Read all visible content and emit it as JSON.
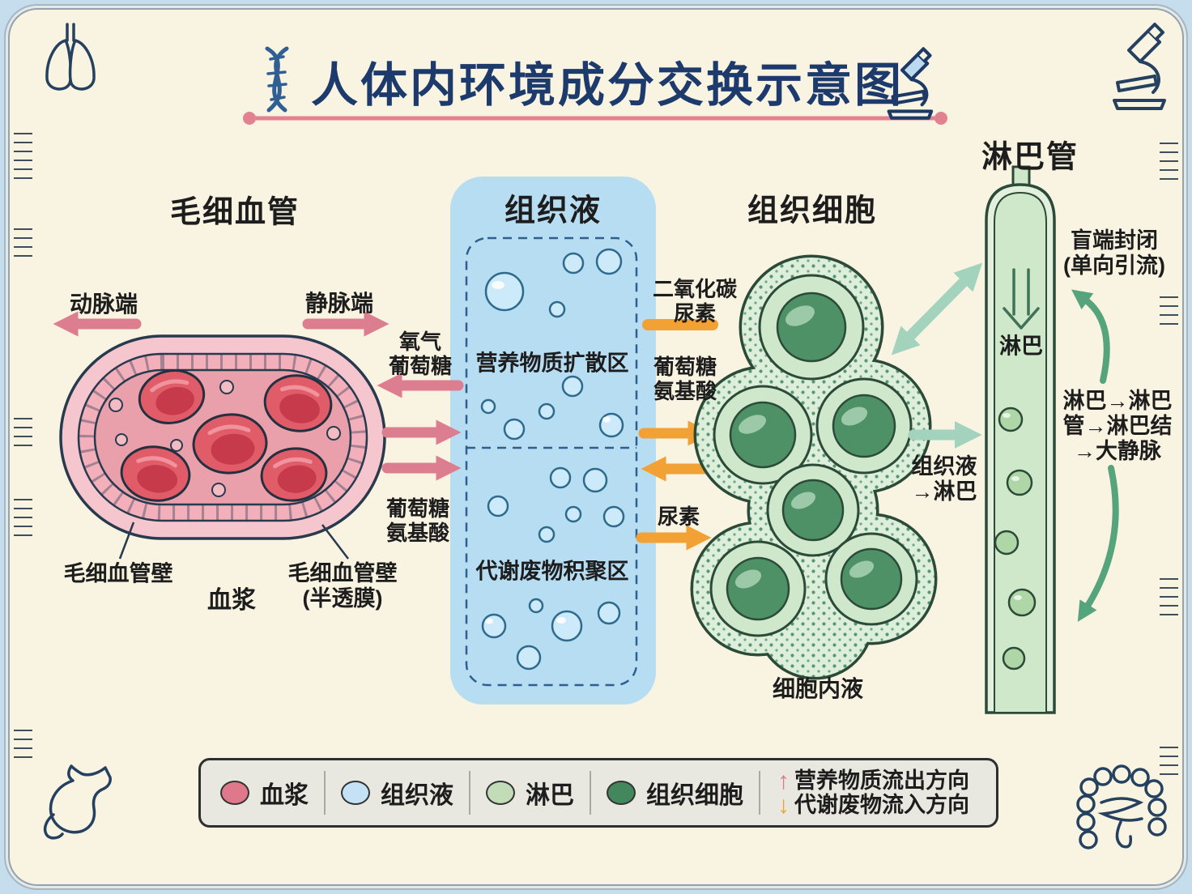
{
  "title": "人体内环境成分交换示意图",
  "capillary": {
    "title": "毛细血管",
    "arterial_end": "动脉端",
    "venous_end": "静脉端",
    "wall_label_left": "毛细血管壁",
    "plasma_label": "血浆",
    "wall_label_right": [
      "毛细血管壁",
      "(半透膜)"
    ]
  },
  "tissue_fluid": {
    "title": "组织液",
    "nutrient_zone": "营养物质扩散区",
    "waste_zone": "代谢废物积聚区"
  },
  "capillary_exchange": {
    "out_labels": [
      "氧气",
      "葡萄糖"
    ],
    "in_labels": [
      "葡萄糖",
      "氨基酸"
    ]
  },
  "cell_exchange": {
    "waste_labels": [
      "二氧化碳",
      "尿素"
    ],
    "nutrient_labels": [
      "葡萄糖",
      "氨基酸"
    ],
    "urea_label": "尿素"
  },
  "cells": {
    "title": "组织细胞",
    "intracellular_label": "细胞内液"
  },
  "lymph": {
    "title": "淋巴管",
    "vessel_label": "淋巴",
    "blind_end_note": [
      "盲端封闭",
      "(单向引流)"
    ],
    "flow_note": [
      "淋巴→淋巴",
      "管→淋巴结",
      "→大静脉"
    ],
    "tissue_to_lymph": [
      "组织液",
      "→淋巴"
    ]
  },
  "legend": {
    "items": [
      {
        "label": "血浆",
        "color": "#e0788c"
      },
      {
        "label": "组织液",
        "color": "#c4e1f5"
      },
      {
        "label": "淋巴",
        "color": "#c2dcb8"
      },
      {
        "label": "组织细胞",
        "color": "#43885d"
      }
    ],
    "nutrient_arrow": "↑",
    "waste_arrow": "↓",
    "nutrient_out": "营养物质流出方向",
    "waste_in": "代谢废物流入方向"
  },
  "icons": {
    "header_left": "dna-icon",
    "header_right": "microscope-icon",
    "corner_top_left": "lungs-icon",
    "corner_top_right": "microscope-icon",
    "corner_bottom_left": "stomach-icon",
    "corner_bottom_right": "intestines-icon"
  },
  "colors": {
    "background": "#c6ddee",
    "panel": "#f9f3e2",
    "title_navy": "#1c3a6b",
    "plasma_pink": "#dc7d90",
    "waste_orange": "#f2a234",
    "tissue_fluid_blue": "#b7ddf3",
    "lymph_green": "#cfe8c9",
    "cell_green": "#4e9166",
    "flow_teal": "#a3d2bd",
    "flow_green": "#55a47c"
  }
}
